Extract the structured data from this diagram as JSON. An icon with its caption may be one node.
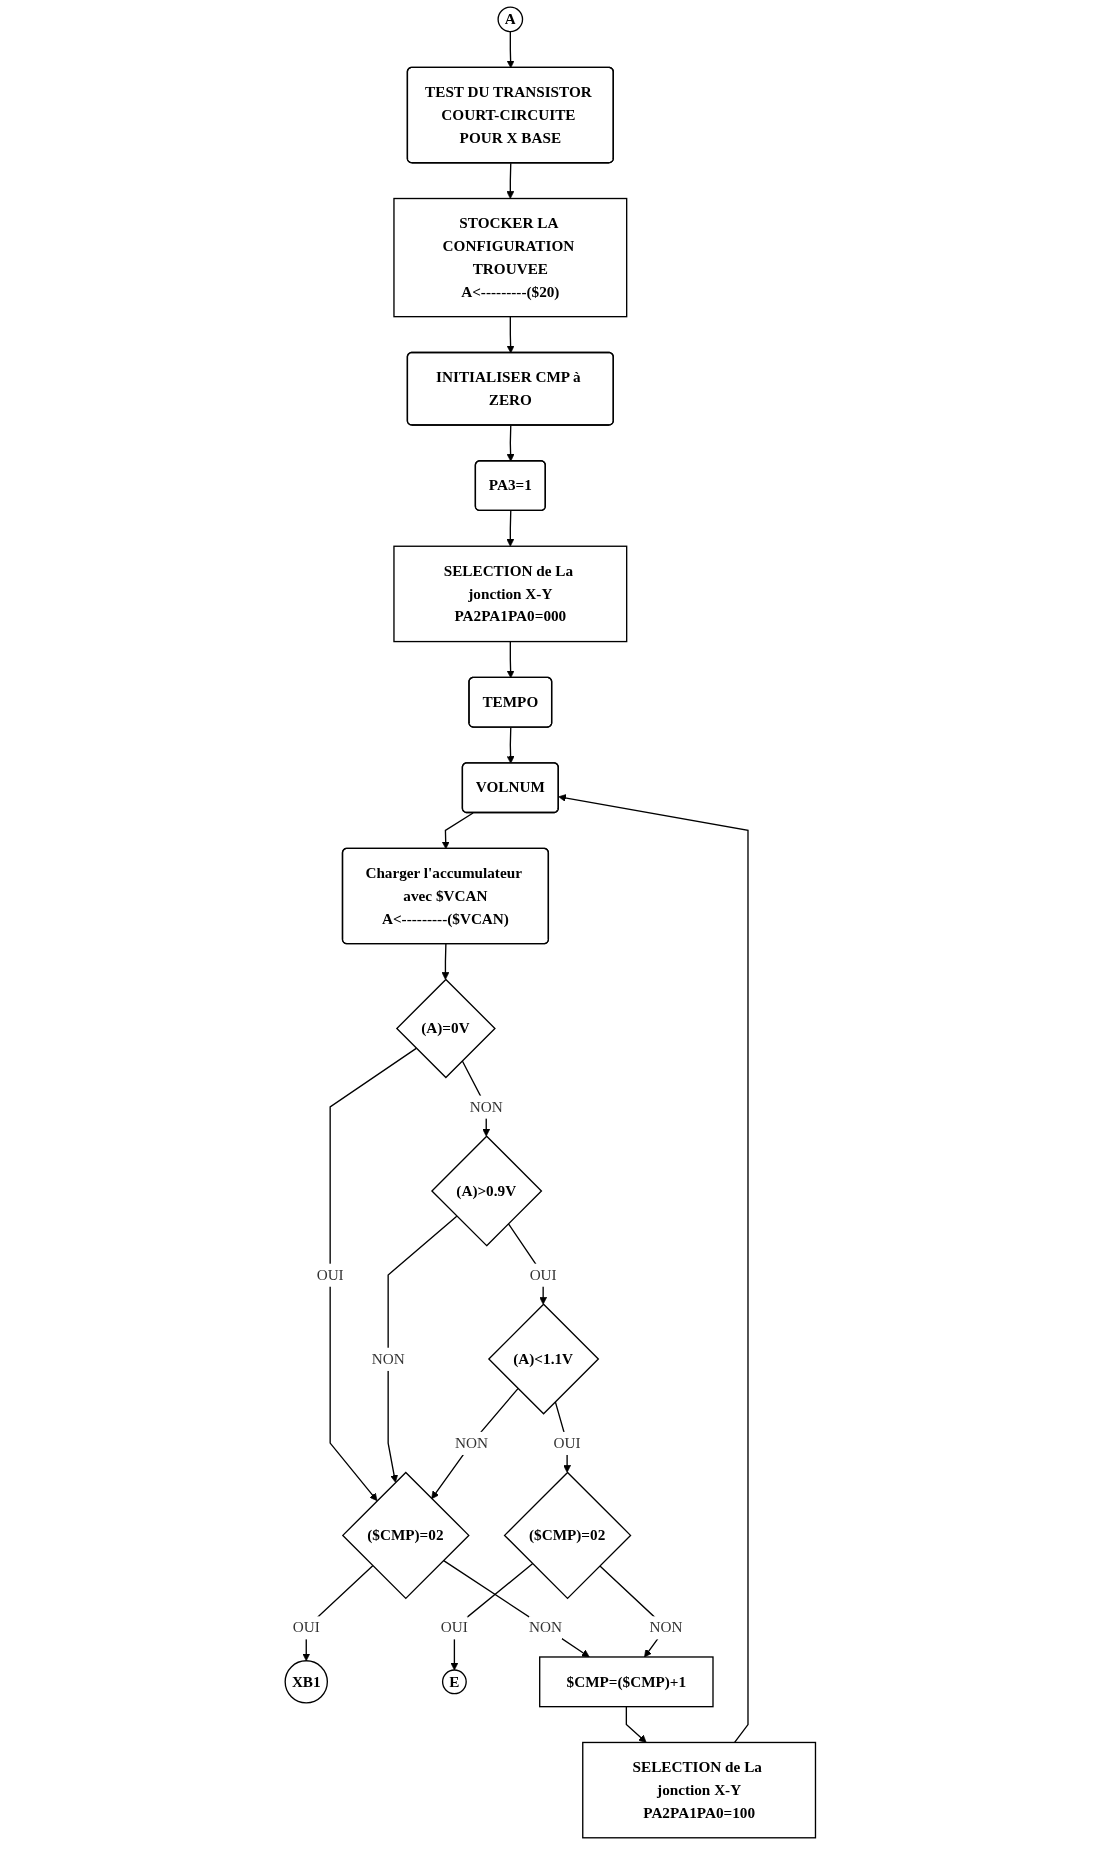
{
  "diagram": {
    "nodes": [
      {
        "text": [
          "A"
        ]
      },
      {
        "text": [
          "TEST DU TRANSISTOR COURT-CIRCUITE POUR X BASE"
        ]
      },
      {
        "text": [
          "STOCKER LA CONFIGURATION TROUVEE",
          "A<---------($20)"
        ]
      },
      {
        "text": [
          "INITIALISER CMP à ZERO"
        ]
      },
      {
        "text": [
          "PA3=1"
        ]
      },
      {
        "text": [
          "SELECTION de La jonction X-Y",
          "PA2PA1PA0=000"
        ]
      },
      {
        "text": [
          "TEMPO"
        ]
      },
      {
        "text": [
          "VOLNUM"
        ]
      },
      {
        "text": [
          "Charger l'accumulateur avec $VCAN",
          "A<---------($VCAN)"
        ]
      },
      {
        "text": [
          "(A)=0V"
        ]
      },
      {
        "text": [
          "(A)>0.9V"
        ]
      },
      {
        "text": [
          "(A)<1.1V"
        ]
      },
      {
        "text": [
          "($CMP)=02"
        ]
      },
      {
        "text": [
          "XB1"
        ]
      },
      {
        "text": [
          "($CMP)=02"
        ]
      },
      {
        "text": [
          "E"
        ]
      },
      {
        "text": [
          "$CMP=($CMP)+1"
        ]
      },
      {
        "text": [
          "SELECTION de La jonction X-Y",
          "PA2PA1PA0=100"
        ]
      }
    ],
    "edges": [
      {
        "from": 0,
        "to": 1,
        "arrow": "to"
      },
      {
        "from": 1,
        "to": 2,
        "arrow": "to"
      },
      {
        "from": 2,
        "to": 3,
        "arrow": "to"
      },
      {
        "from": 3,
        "to": 4,
        "arrow": "to"
      },
      {
        "from": 4,
        "to": 5,
        "arrow": "to"
      },
      {
        "from": 5,
        "to": 6,
        "arrow": "to"
      },
      {
        "from": 6,
        "to": 7,
        "arrow": "to"
      },
      {
        "from": 7,
        "to": 8,
        "arrow": "to"
      },
      {
        "from": 8,
        "to": 9,
        "arrow": "to"
      },
      {
        "from": 9,
        "to": 10,
        "arrow": "to",
        "label": "NON"
      },
      {
        "from": 9,
        "to": 12,
        "arrow": "to",
        "label": "OUI"
      },
      {
        "from": 10,
        "to": 11,
        "arrow": "to",
        "label": "OUI"
      },
      {
        "from": 10,
        "to": 12,
        "arrow": "to",
        "label": "NON"
      },
      {
        "from": 11,
        "to": 12,
        "arrow": "to",
        "label": "NON"
      },
      {
        "from": 11,
        "to": 14,
        "arrow": "to",
        "label": "OUI"
      },
      {
        "from": 12,
        "to": 13,
        "arrow": "to",
        "label": "OUI"
      },
      {
        "from": 12,
        "to": 16,
        "arrow": "to",
        "label": "NON"
      },
      {
        "from": 14,
        "to": 15,
        "arrow": "to",
        "label": "OUI"
      },
      {
        "from": 14,
        "to": 16,
        "arrow": "to",
        "label": "NON"
      },
      {
        "from": 16,
        "to": 17,
        "arrow": "to"
      },
      {
        "from": 17,
        "to": 7,
        "arrow": "to"
      }
    ]
  }
}
